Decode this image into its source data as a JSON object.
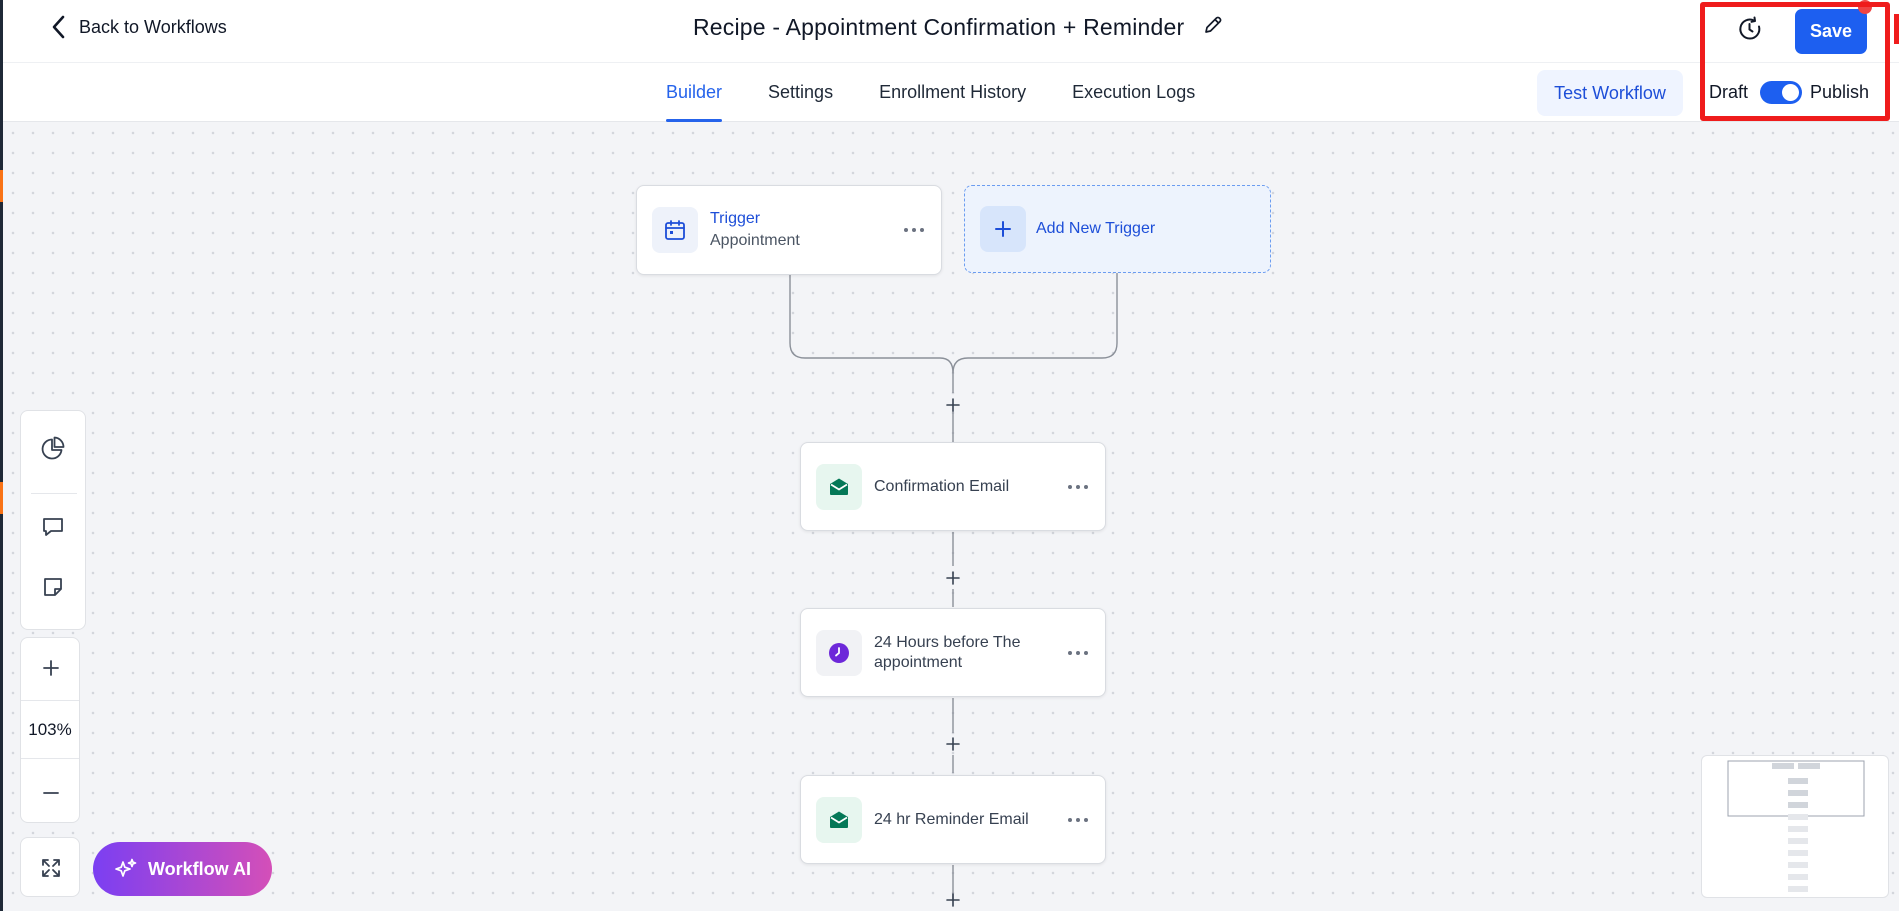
{
  "header": {
    "back_label": "Back to Workflows",
    "title": "Recipe - Appointment Confirmation + Reminder",
    "save_label": "Save",
    "draft_label": "Draft",
    "publish_label": "Publish",
    "test_workflow_label": "Test Workflow",
    "published": true
  },
  "tabs": [
    {
      "label": "Builder",
      "active": true
    },
    {
      "label": "Settings",
      "active": false
    },
    {
      "label": "Enrollment History",
      "active": false
    },
    {
      "label": "Execution Logs",
      "active": false
    }
  ],
  "workflow": {
    "trigger": {
      "title": "Trigger",
      "subtitle": "Appointment",
      "icon": "calendar-icon"
    },
    "add_trigger_label": "Add New Trigger",
    "steps": [
      {
        "label": "Confirmation Email",
        "icon": "email-icon"
      },
      {
        "label": "24 Hours before The appointment",
        "icon": "clock-icon"
      },
      {
        "label": "24 hr Reminder Email",
        "icon": "email-icon"
      }
    ]
  },
  "zoom": {
    "level": "103%"
  },
  "ai_button_label": "Workflow AI",
  "colors": {
    "accent": "#1d5ff0",
    "email": "#047857",
    "wait": "#6d28d9",
    "highlight": "#ef1c1c"
  }
}
